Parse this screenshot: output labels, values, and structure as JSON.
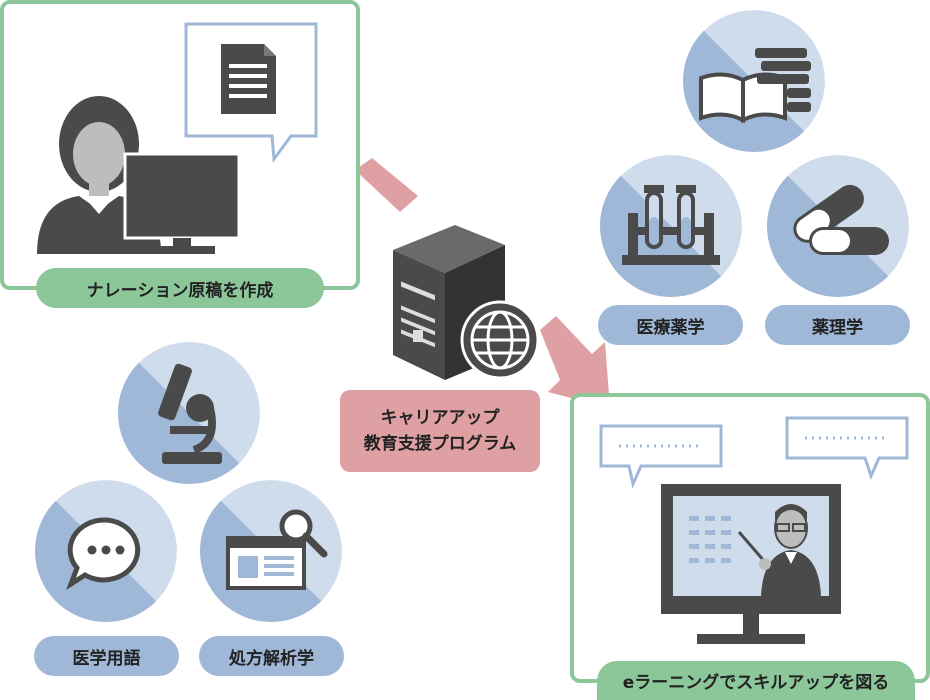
{
  "narration": {
    "label": "ナレーション原稿を作成"
  },
  "center": {
    "line1": "キャリアアップ",
    "line2": "教育支援プログラム"
  },
  "topics_right": [
    {
      "label": "医療薬学"
    },
    {
      "label": "薬理学"
    }
  ],
  "topics_left": [
    {
      "label": "医学用語"
    },
    {
      "label": "処方解析学"
    }
  ],
  "elearning": {
    "label": "eラーニングでスキルアップを図る"
  },
  "colors": {
    "green": "#8cc79a",
    "blue": "#9fb8d8",
    "pink": "#dfa0a3",
    "dark": "#4a4a4a"
  }
}
